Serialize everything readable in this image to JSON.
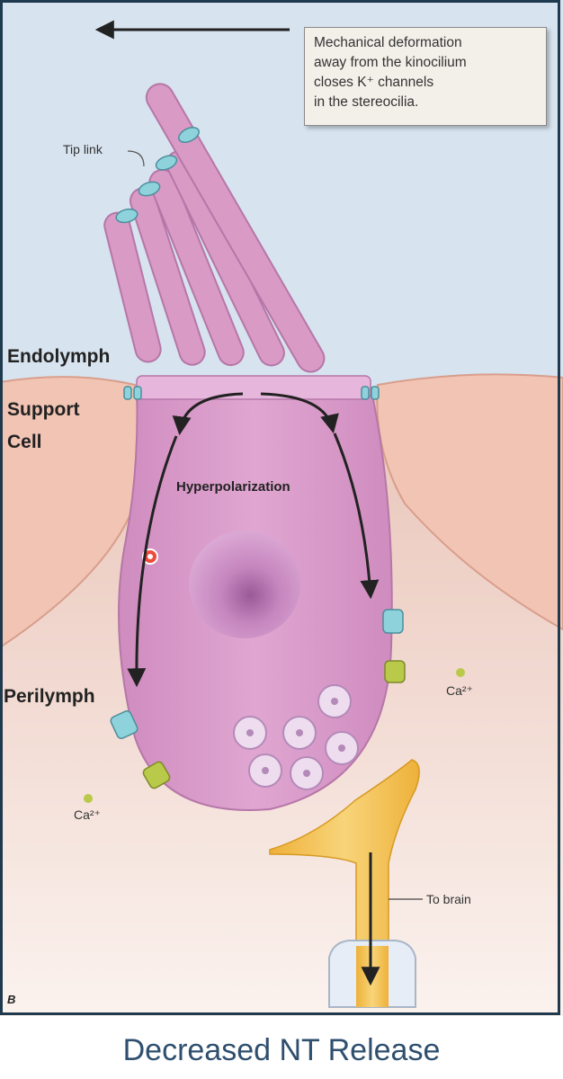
{
  "callout": {
    "lines": [
      "Mechanical deformation",
      "away from the kinocilium",
      "closes K⁺ channels",
      "in the stereocilia."
    ]
  },
  "labels": {
    "tip_link": "Tip link",
    "endolymph": "Endolymph",
    "support_cell_line1": "Support",
    "support_cell_line2": "Cell",
    "hyperpolarization": "Hyperpolarization",
    "perilymph": "Perilymph",
    "ca_right": "Ca²⁺",
    "ca_left": "Ca²⁺",
    "to_brain": "To brain",
    "panel_letter": "B"
  },
  "caption": "Decreased NT Release",
  "colors": {
    "endolymph_bg": "#d7e3ef",
    "perilymph_bg": "#f3e3dc",
    "support_cell": "#f2c4b4",
    "hair_cell": "#d99ac6",
    "nucleus": "#b671ad",
    "nerve": "#f3c45a",
    "frame": "#1f3a4f",
    "caption_text": "#2f4f6f"
  }
}
